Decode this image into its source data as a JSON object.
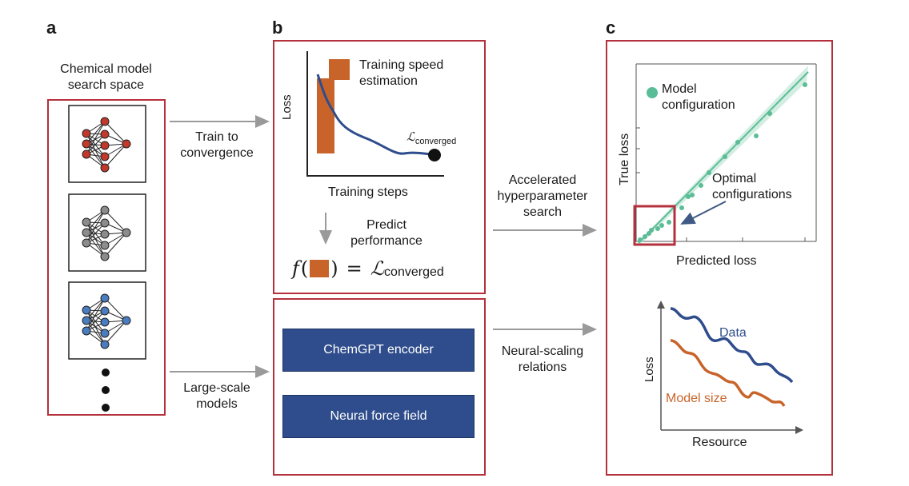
{
  "panels": {
    "a": "a",
    "b": "b",
    "c": "c"
  },
  "panel_a": {
    "title_line1": "Chemical model",
    "title_line2": "search space",
    "ellipsis": "•\n•\n•"
  },
  "arrows": {
    "train_line1": "Train to",
    "train_line2": "convergence",
    "large_line1": "Large-scale",
    "large_line2": "models",
    "accel_line1": "Accelerated",
    "accel_line2": "hyperparameter",
    "accel_line3": "search",
    "neural_line1": "Neural-scaling",
    "neural_line2": "relations"
  },
  "panel_b": {
    "ylabel": "Loss",
    "xlabel": "Training steps",
    "legend_line1": "Training speed",
    "legend_line2": "estimation",
    "converged_symbol": "ℒ",
    "converged_sub": "converged",
    "predict_line1": "Predict",
    "predict_line2": "performance",
    "formula_f": "f",
    "formula_eq": "=",
    "formula_L": "ℒ",
    "formula_sub": "converged",
    "encoder_label": "ChemGPT encoder",
    "forcefield_label": "Neural force field"
  },
  "panel_c": {
    "scatter_ylabel": "True loss",
    "scatter_xlabel": "Predicted loss",
    "legend_line1": "Model",
    "legend_line2": "configuration",
    "optimal_line1": "Optimal",
    "optimal_line2": "configurations",
    "scaling_ylabel": "Loss",
    "scaling_xlabel": "Resource",
    "series_data": "Data",
    "series_model": "Model size"
  },
  "colors": {
    "box_border": "#b4303c",
    "red_net": "#c0392b",
    "gray_net": "#8c8c8c",
    "blue_net": "#4a7cc0",
    "orange": "#c8642a",
    "navy": "#2f4d8c",
    "teal": "#5bbd97",
    "arrow": "#9a9a9a"
  }
}
